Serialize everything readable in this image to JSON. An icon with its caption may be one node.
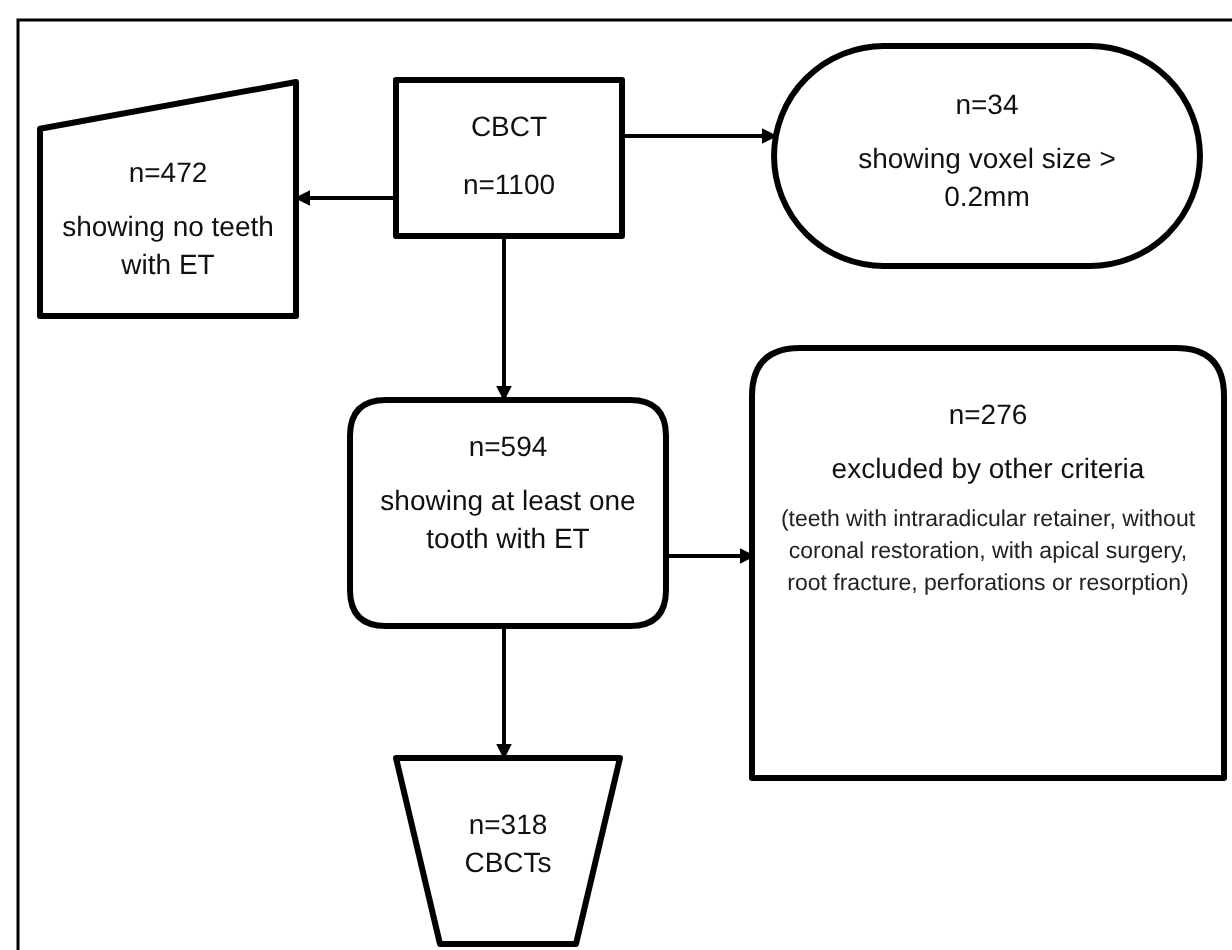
{
  "diagram": {
    "nodes": [
      {
        "text": [
          "CBCT",
          "n=1100"
        ]
      },
      {
        "text": [
          "n=472",
          "showing no teeth with ET"
        ]
      },
      {
        "text": [
          "n=34",
          "showing voxel size > 0.2mm"
        ]
      },
      {
        "text": [
          "n=594",
          "showing at least one tooth with ET"
        ]
      },
      {
        "text": [
          "n=276",
          "excluded by other criteria",
          "(teeth with intraradicular retainer, without coronal restoration, with apical surgery, root fracture, perforations or resorption)"
        ]
      },
      {
        "text": [
          "n=318 CBCTs"
        ]
      }
    ],
    "edges": [
      {
        "from": 0,
        "to": 1,
        "arrow": "to"
      },
      {
        "from": 0,
        "to": 2,
        "arrow": "to"
      },
      {
        "from": 0,
        "to": 3,
        "arrow": "to"
      },
      {
        "from": 3,
        "to": 4,
        "arrow": "to"
      },
      {
        "from": 3,
        "to": 5,
        "arrow": "to"
      }
    ]
  }
}
